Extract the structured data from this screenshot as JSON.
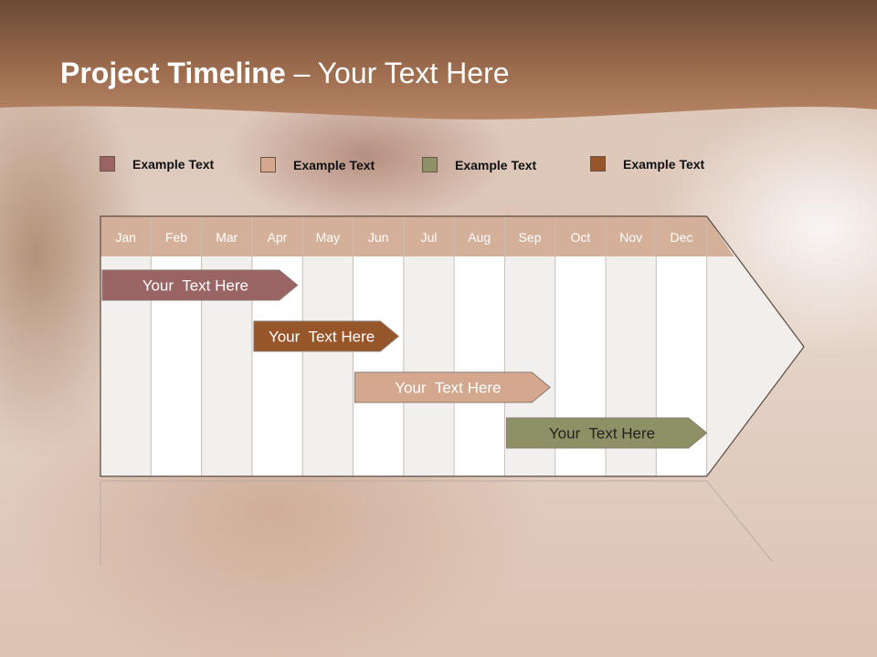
{
  "slide": {
    "title_bold": "Project Timeline",
    "title_rest": " – Your Text Here"
  },
  "colors": {
    "header": "#9e6a4c",
    "mauve": "#9a6465",
    "tan": "#d4a88e",
    "olive": "#8e9165",
    "brown": "#97562a",
    "month_header": "#d4b09a"
  },
  "legend": [
    {
      "label": "Example Text",
      "color": "#9a6465"
    },
    {
      "label": "Example Text",
      "color": "#d4a88e"
    },
    {
      "label": "Example Text",
      "color": "#8e9165"
    },
    {
      "label": "Example Text",
      "color": "#97562a"
    }
  ],
  "chart_data": {
    "type": "gantt",
    "months": [
      "Jan",
      "Feb",
      "Mar",
      "Apr",
      "May",
      "Jun",
      "Jul",
      "Aug",
      "Sep",
      "Oct",
      "Nov",
      "Dec"
    ],
    "tasks": [
      {
        "label": "Your  Text Here",
        "start": 0,
        "end": 3.9,
        "color": "#9a6465",
        "text_color": "#ffffff"
      },
      {
        "label": "Your  Text Here",
        "start": 3,
        "end": 5.9,
        "color": "#97562a",
        "text_color": "#ffffff"
      },
      {
        "label": "Your  Text Here",
        "start": 5,
        "end": 8.9,
        "color": "#d4a88e",
        "text_color": "#ffffff"
      },
      {
        "label": "Your  Text Here",
        "start": 8,
        "end": 12,
        "color": "#8e9165",
        "text_color": "#222222"
      }
    ]
  }
}
